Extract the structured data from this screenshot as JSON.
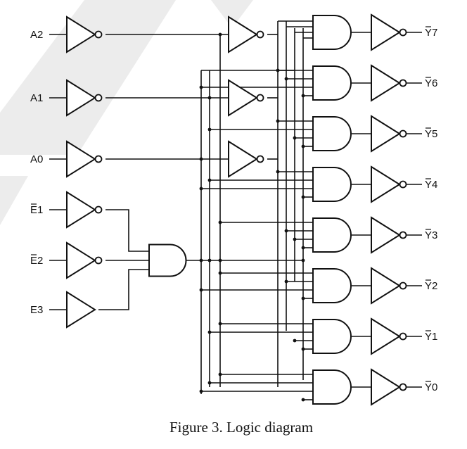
{
  "caption": "Figure 3. Logic diagram",
  "inputs": [
    {
      "name": "A2",
      "inverted_label": false
    },
    {
      "name": "A1",
      "inverted_label": false
    },
    {
      "name": "A0",
      "inverted_label": false
    },
    {
      "name": "E1",
      "inverted_label": true
    },
    {
      "name": "E2",
      "inverted_label": true
    },
    {
      "name": "E3",
      "inverted_label": false
    }
  ],
  "outputs": [
    {
      "name": "Y7",
      "inverted_label": true
    },
    {
      "name": "Y6",
      "inverted_label": true
    },
    {
      "name": "Y5",
      "inverted_label": true
    },
    {
      "name": "Y4",
      "inverted_label": true
    },
    {
      "name": "Y3",
      "inverted_label": true
    },
    {
      "name": "Y2",
      "inverted_label": true
    },
    {
      "name": "Y1",
      "inverted_label": true
    },
    {
      "name": "Y0",
      "inverted_label": true
    }
  ],
  "colors": {
    "ink": "#111111",
    "background": "#ffffff",
    "watermark": "#ececec"
  }
}
